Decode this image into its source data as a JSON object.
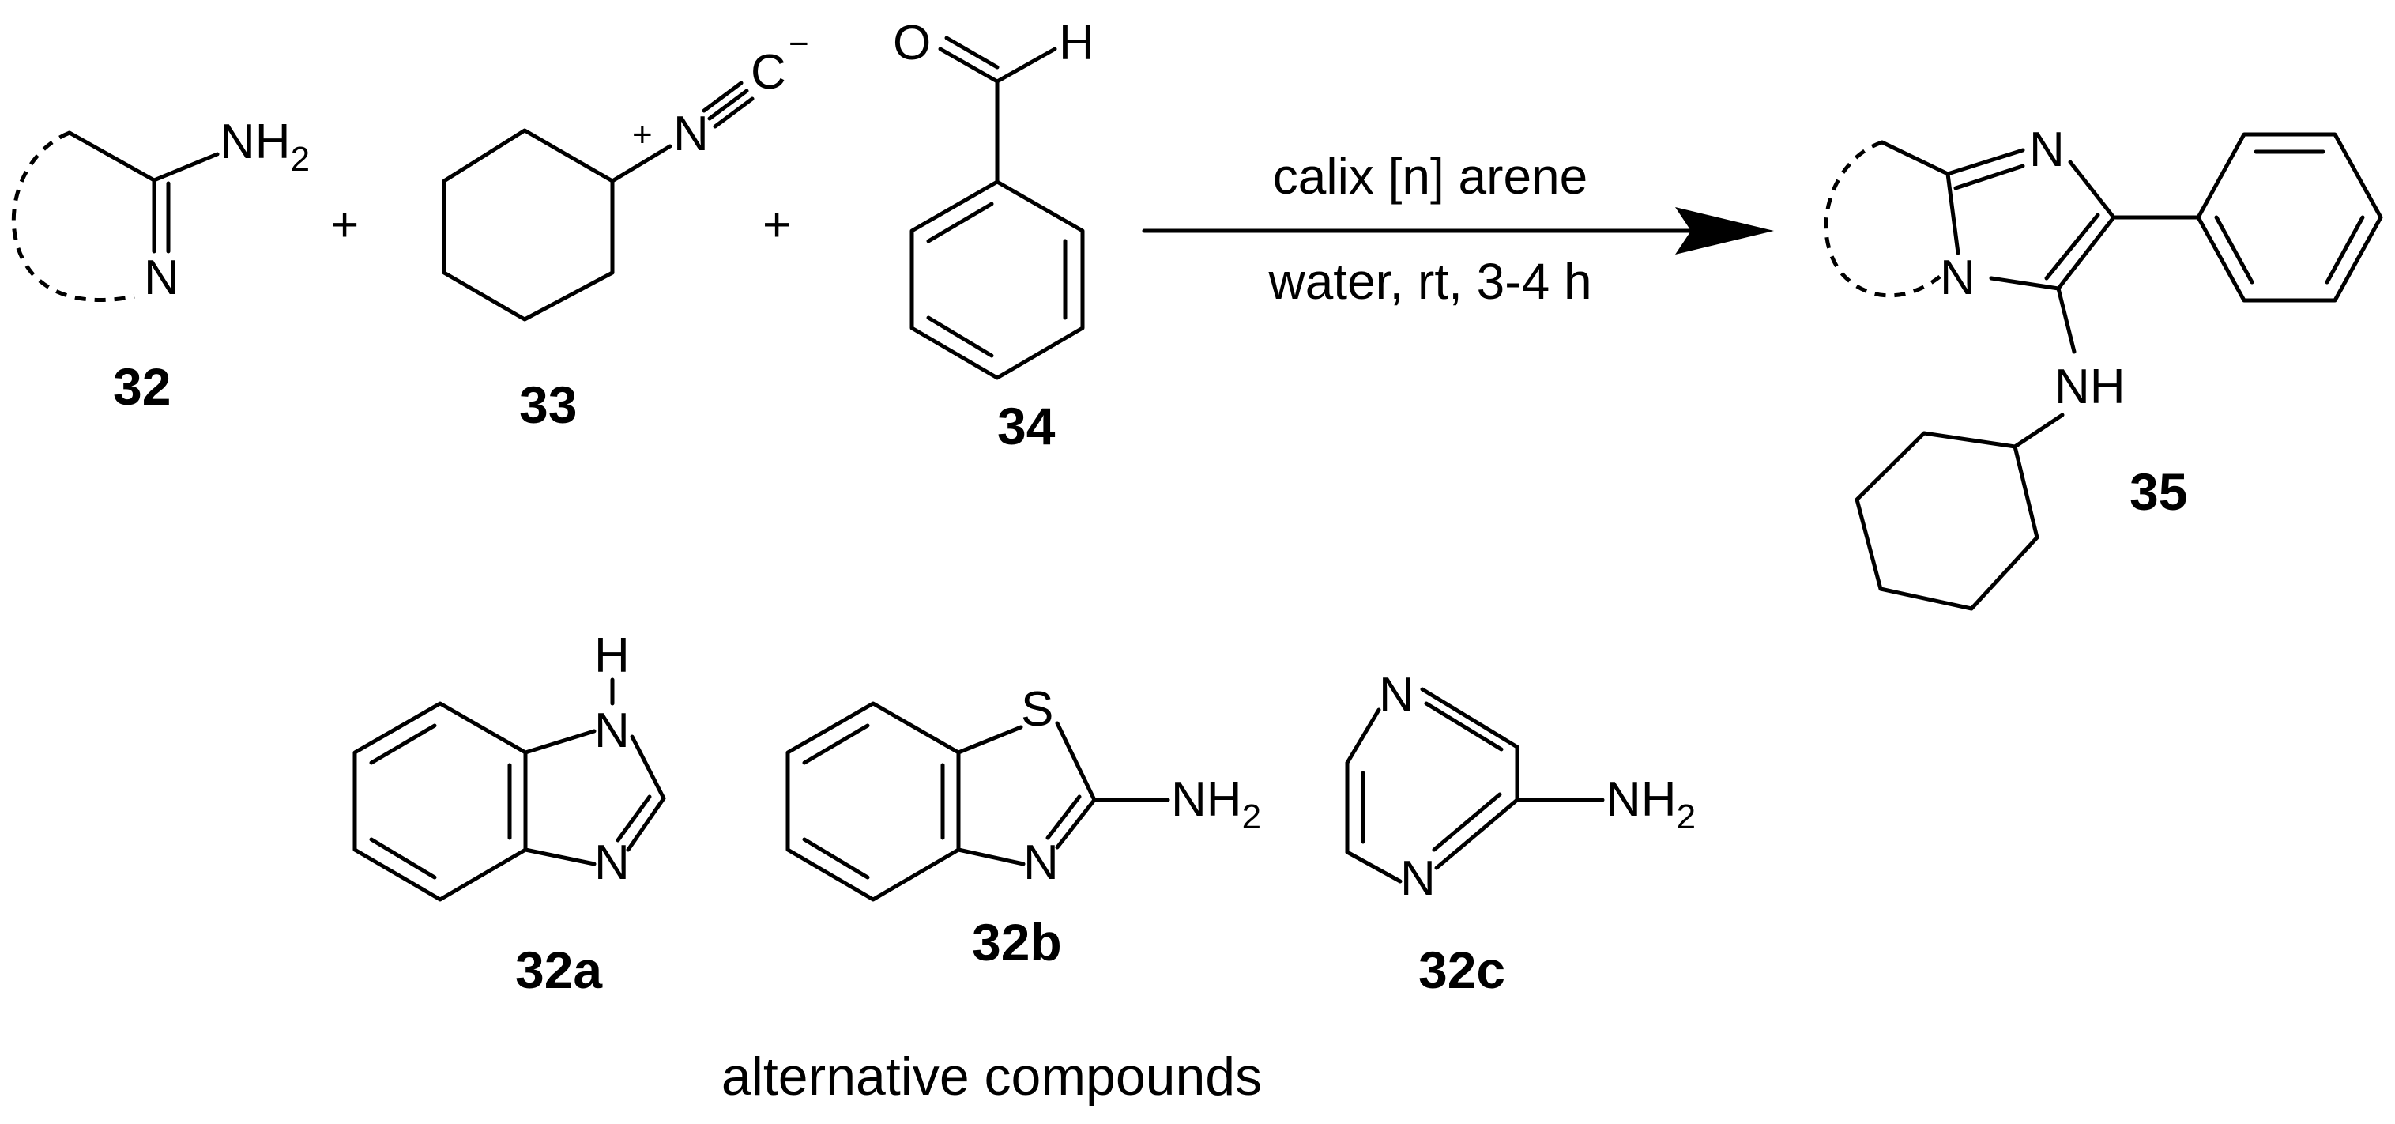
{
  "reaction": {
    "conditions_top": "calix [n] arene",
    "conditions_bottom": "water, rt, 3-4 h",
    "plus_sign": "+"
  },
  "compounds": {
    "c32": {
      "label": "32",
      "nh2": "NH",
      "nh2_sub": "2",
      "n": "N"
    },
    "c33": {
      "label": "33",
      "n": "N",
      "c": "C",
      "plus": "+",
      "minus": "−"
    },
    "c34": {
      "label": "34",
      "o": "O",
      "h": "H"
    },
    "c35": {
      "label": "35",
      "n_top": "N",
      "n_ring": "N",
      "nh": "NH"
    }
  },
  "alternatives": {
    "caption": "alternative compounds",
    "c32a": {
      "label": "32a",
      "h": "H",
      "n_top": "N",
      "n_bottom": "N"
    },
    "c32b": {
      "label": "32b",
      "s": "S",
      "n": "N",
      "nh2": "NH",
      "nh2_sub": "2"
    },
    "c32c": {
      "label": "32c",
      "n_top": "N",
      "n_bottom": "N",
      "nh2": "NH",
      "nh2_sub": "2"
    }
  }
}
